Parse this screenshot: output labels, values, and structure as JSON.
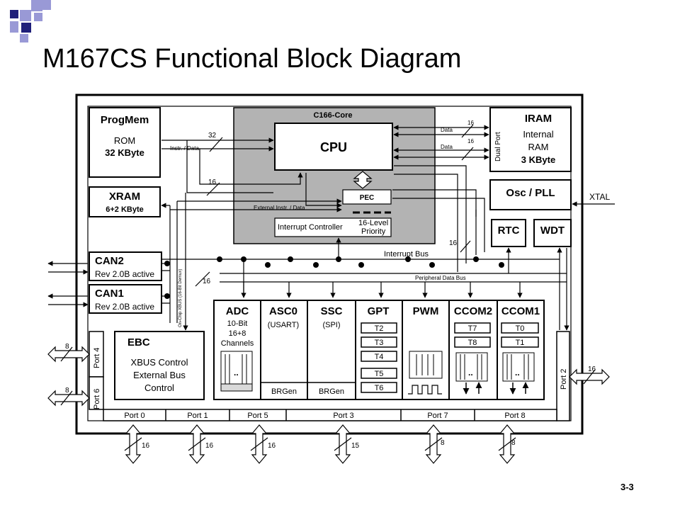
{
  "slide": {
    "title": "M167CS Functional Block Diagram",
    "page_number": "3-3"
  },
  "colors": {
    "accent_dark": "#1f1f7a",
    "accent_light": "#9999d6",
    "core_fill": "#b3b3b3"
  },
  "blocks": {
    "progmem": {
      "title": "ProgMem",
      "line1": "ROM",
      "line2": "32 KByte"
    },
    "xram": {
      "title": "XRAM",
      "line1": "6+2 KByte"
    },
    "can2": {
      "title": "CAN2",
      "line1": "Rev 2.0B active"
    },
    "can1": {
      "title": "CAN1",
      "line1": "Rev 2.0B active"
    },
    "ebc": {
      "title": "EBC",
      "line1": "XBUS Control",
      "line2": "External Bus",
      "line3": "Control"
    },
    "core": {
      "title": "C166-Core",
      "cpu": "CPU",
      "pec": "PEC",
      "interrupt_controller": "Interrupt Controller",
      "priority_line1": "16-Level",
      "priority_line2": "Priority"
    },
    "iram": {
      "title": "IRAM",
      "line1": "Internal",
      "line2": "RAM",
      "line3": "3 KByte",
      "dual_port": "Dual Port"
    },
    "osc": {
      "title": "Osc / PLL",
      "xtal": "XTAL"
    },
    "rtc": {
      "title": "RTC"
    },
    "wdt": {
      "title": "WDT"
    },
    "adc": {
      "title": "ADC",
      "line1": "10-Bit",
      "line2": "16+8",
      "line3": "Channels"
    },
    "asc0": {
      "title": "ASC0",
      "line1": "(USART)",
      "brgen": "BRGen"
    },
    "ssc": {
      "title": "SSC",
      "line1": "(SPI)",
      "brgen": "BRGen"
    },
    "gpt": {
      "title": "GPT",
      "timers": [
        "T2",
        "T3",
        "T4",
        "T5",
        "T6"
      ]
    },
    "pwm": {
      "title": "PWM"
    },
    "ccom2": {
      "title": "CCOM2",
      "timers": [
        "T7",
        "T8"
      ]
    },
    "ccom1": {
      "title": "CCOM1",
      "timers": [
        "T0",
        "T1"
      ]
    }
  },
  "ports": {
    "port4": "Port 4",
    "port6": "Port 6",
    "port2": "Port 2",
    "bottom": [
      "Port 0",
      "Port 1",
      "Port 5",
      "Port 3",
      "Port 7",
      "Port 8"
    ]
  },
  "bus_labels": {
    "instr_data": "Instr. / Data",
    "external_instr_data": "External Instr. / Data",
    "data_top": "Data",
    "data_bottom": "Data",
    "interrupt_bus": "Interrupt Bus",
    "peripheral_data_bus": "Peripheral Data Bus",
    "onchip_xbus": "On-Chip XBUS (16-Bit Demux)"
  },
  "bus_widths": {
    "instr": "32",
    "ext_instr": "16",
    "iram_top": "16",
    "iram_bottom": "16",
    "xbus": "16",
    "interrupt": "16",
    "port4": "8",
    "port6": "8",
    "port2": "16",
    "bottom": [
      "16",
      "16",
      "16",
      "15",
      "8",
      "8"
    ]
  }
}
